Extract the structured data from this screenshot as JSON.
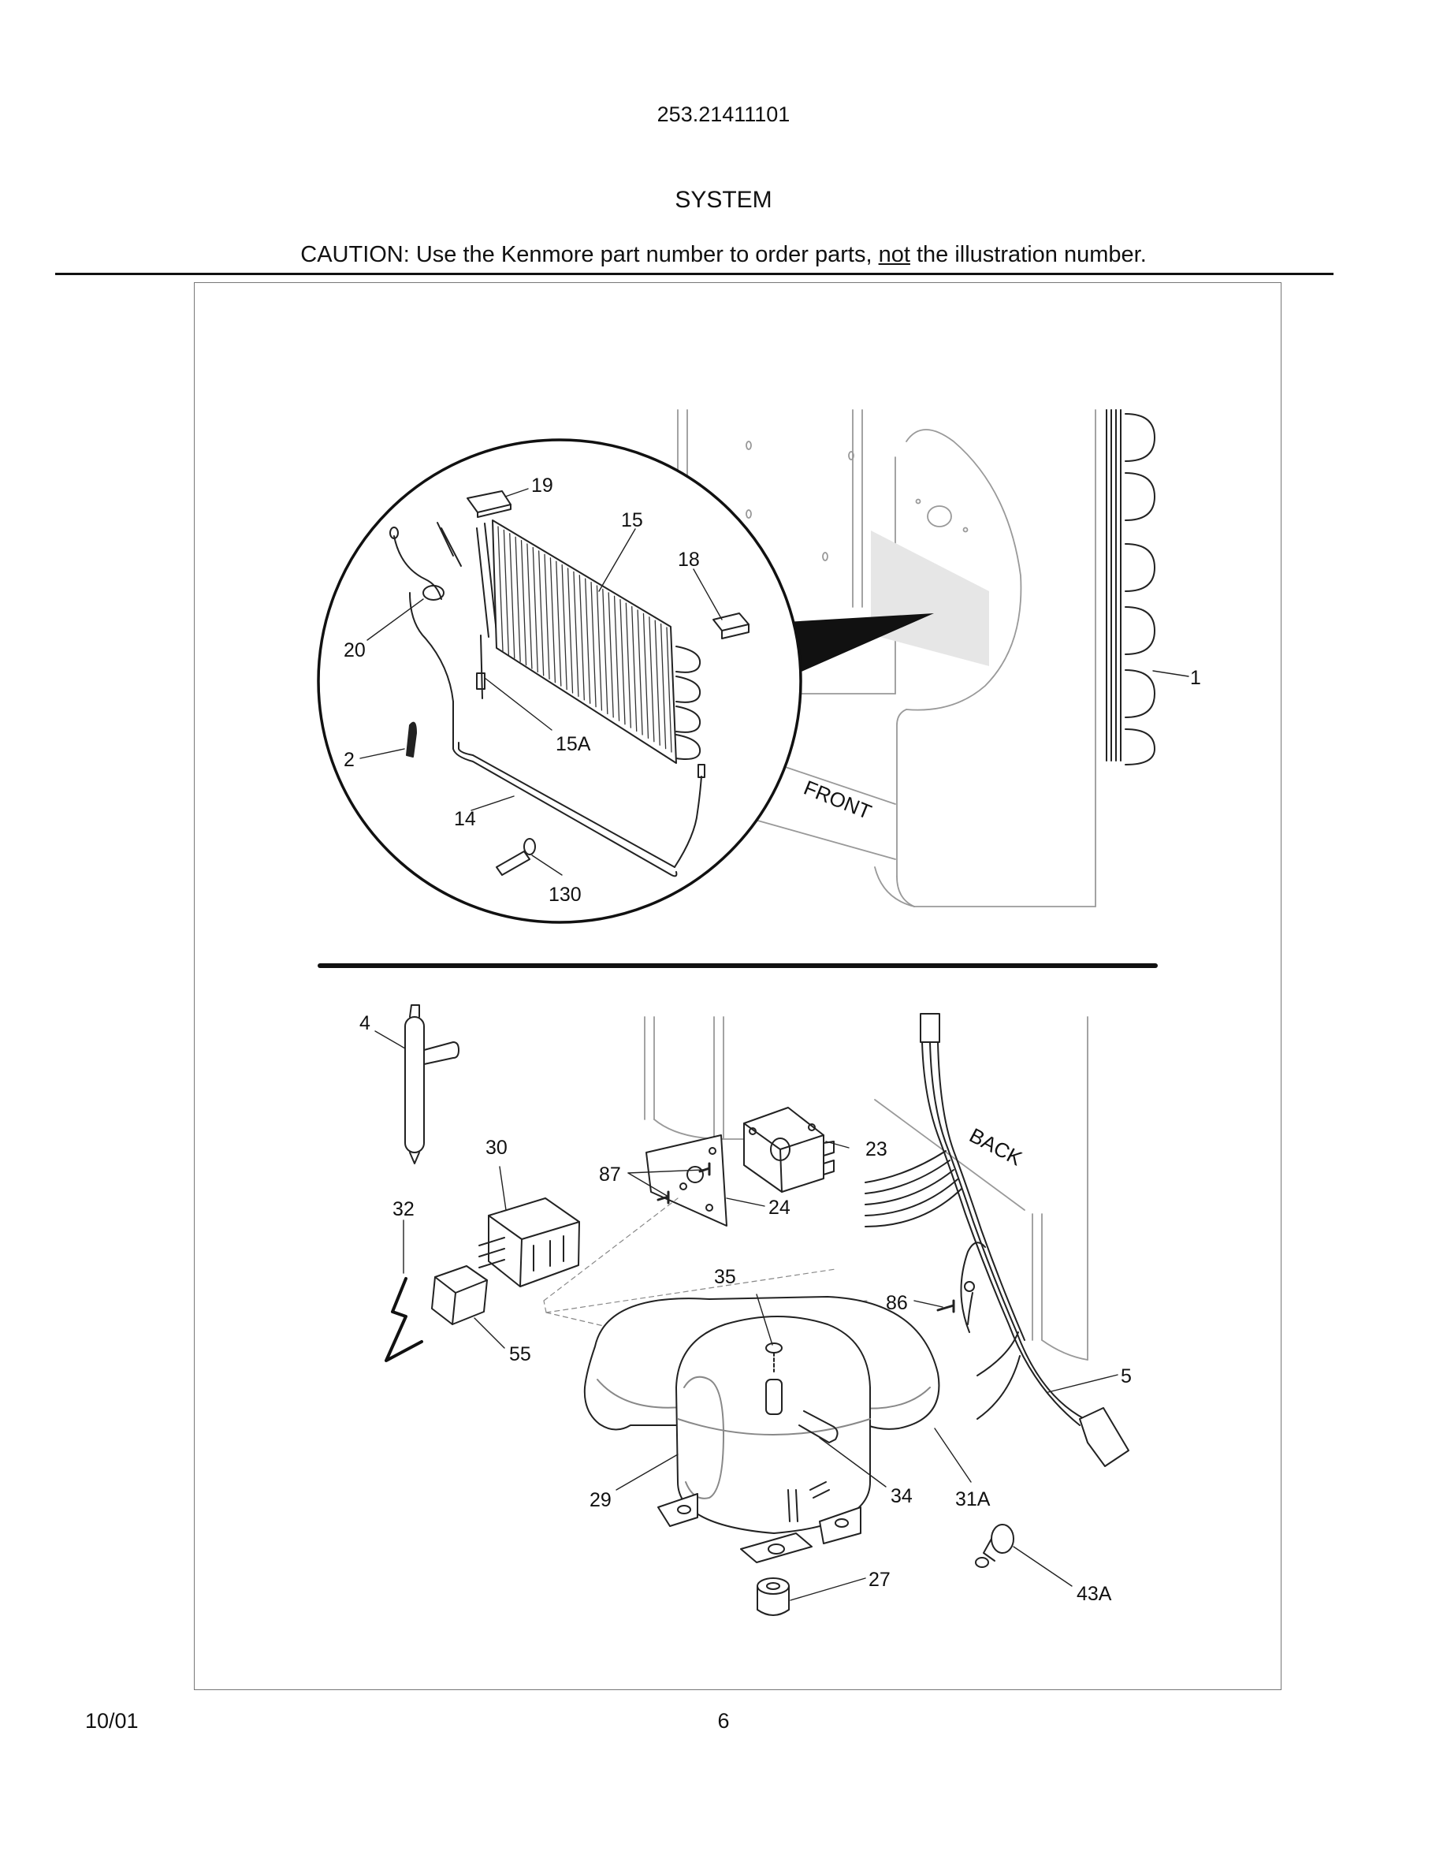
{
  "header": {
    "model_number": "253.21411101",
    "section_title": "SYSTEM",
    "caution_prefix": "CAUTION: Use the Kenmore part number to order parts, ",
    "caution_emphasis": "not",
    "caution_suffix": " the illustration number."
  },
  "diagram": {
    "orientation_labels": {
      "front": "FRONT",
      "back": "BACK"
    },
    "part_labels": {
      "p1": "1",
      "p2": "2",
      "p14": "14",
      "p15": "15",
      "p15a": "15A",
      "p18": "18",
      "p19": "19",
      "p20": "20",
      "p130": "130",
      "p4": "4",
      "p5": "5",
      "p23": "23",
      "p24": "24",
      "p27": "27",
      "p29": "29",
      "p30": "30",
      "p31a": "31A",
      "p32": "32",
      "p34": "34",
      "p35": "35",
      "p43a": "43A",
      "p55": "55",
      "p86": "86",
      "p87": "87"
    }
  },
  "footer": {
    "date": "10/01",
    "page_number": "6"
  }
}
